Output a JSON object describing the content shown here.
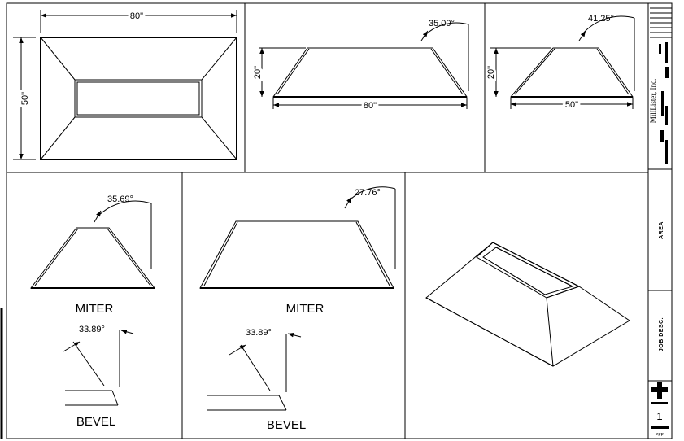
{
  "dimensions": {
    "top_width": "80\"",
    "top_height": "50\"",
    "long_angle": "35.00°",
    "long_rise": "20\"",
    "long_base": "80\"",
    "short_angle": "41.25°",
    "short_rise": "20\"",
    "short_base": "50\""
  },
  "miter_left": {
    "angle": "35.69°",
    "label": "MITER"
  },
  "miter_right": {
    "angle": "27.76°",
    "label": "MITER"
  },
  "bevel_left": {
    "angle": "33.89°",
    "label": "BEVEL"
  },
  "bevel_right": {
    "angle": "33.89°",
    "label": "BEVEL"
  },
  "title_block": {
    "company": "MillLister, Inc.",
    "area_label": "AREA",
    "job_label": "JOB DESC.",
    "sheet_number": "1",
    "footer": "PPP"
  }
}
